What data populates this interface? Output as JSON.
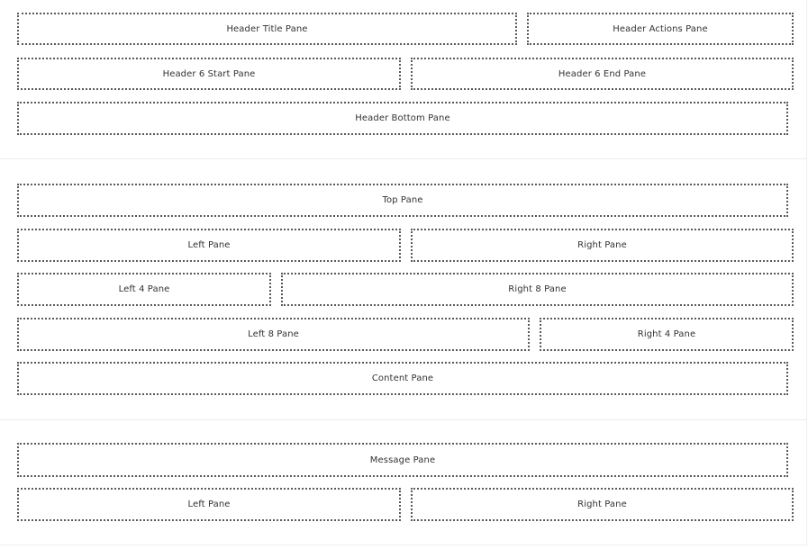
{
  "header": {
    "title_pane": "Header Title Pane",
    "actions_pane": "Header Actions Pane",
    "six_start_pane": "Header 6 Start Pane",
    "six_end_pane": "Header 6 End Pane",
    "bottom_pane": "Header Bottom Pane"
  },
  "content": {
    "top_pane": "Top Pane",
    "left_pane": "Left Pane",
    "right_pane": "Right Pane",
    "left4_pane": "Left 4 Pane",
    "right8_pane": "Right 8 Pane",
    "left8_pane": "Left 8 Pane",
    "right4_pane": "Right 4 Pane",
    "content_pane": "Content Pane"
  },
  "footer": {
    "message_pane": "Message Pane",
    "left_pane": "Left Pane",
    "right_pane": "Right Pane"
  }
}
